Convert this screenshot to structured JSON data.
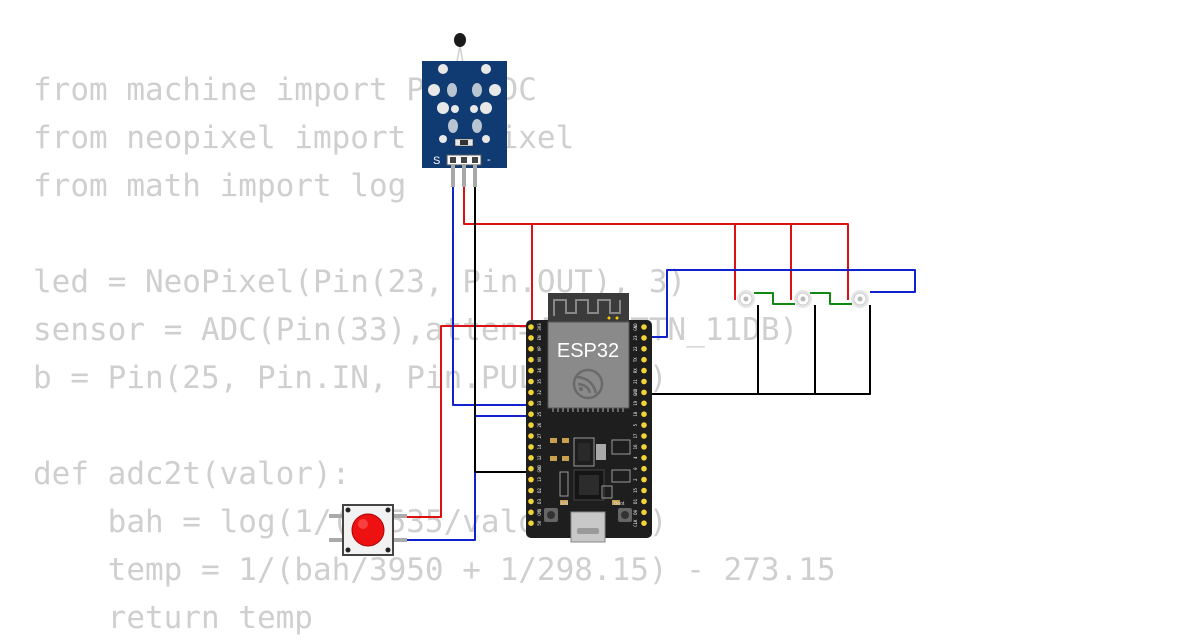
{
  "code_lines": [
    "from machine import Pin,ADC",
    "from neopixel import NeoPixel",
    "from math import log",
    "",
    "led = NeoPixel(Pin(23, Pin.OUT), 3)",
    "sensor = ADC(Pin(33),atten=ADC.ATTN_11DB)",
    "b = Pin(25, Pin.IN, Pin.PULL_DOWN)",
    "",
    "def adc2t(valor):",
    "    bah = log(1/(65535/valor - 1))",
    "    temp = 1/(bah/3950 + 1/298.15) - 273.15",
    "    return temp"
  ],
  "esp32": {
    "label": "ESP32",
    "left_pins": [
      "3V3",
      "EN",
      "VP",
      "VN",
      "34",
      "35",
      "32",
      "33",
      "25",
      "26",
      "27",
      "14",
      "12",
      "GND",
      "13",
      "D2",
      "D3",
      "CMD",
      "5V"
    ],
    "right_pins": [
      "GND",
      "23",
      "22",
      "TX",
      "RX",
      "21",
      "GND",
      "19",
      "18",
      "5",
      "17",
      "16",
      "4",
      "0",
      "2",
      "15",
      "D1",
      "D0",
      "CLK"
    ],
    "en_label": "EN",
    "boot_label": "Boot"
  },
  "sensor_module": {
    "s_label": "S",
    "minus_label": "-"
  },
  "colors": {
    "wire_red": "#dd1111",
    "wire_blue": "#1122cc",
    "wire_black": "#000000",
    "wire_green": "#118811",
    "pcb_blue": "#103a72",
    "board_black": "#1e1e1e",
    "button_red": "#ee1111"
  },
  "icons": [
    "wifi-antenna-icon",
    "espressif-logo-icon",
    "usb-port-icon"
  ]
}
